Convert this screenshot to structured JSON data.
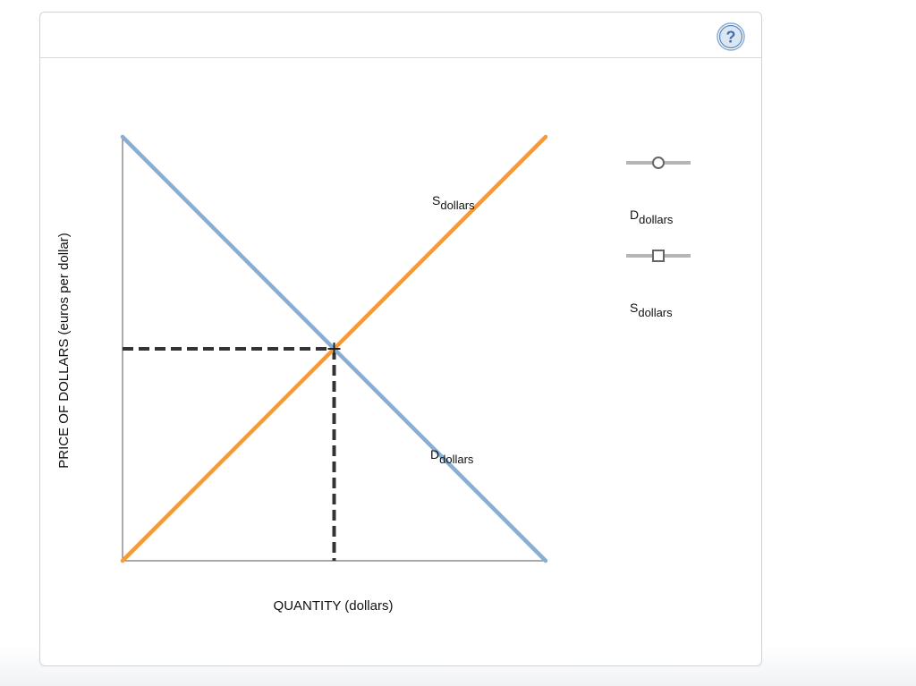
{
  "help": {
    "label": "?"
  },
  "chart_data": {
    "type": "line",
    "title": "",
    "xlabel": "QUANTITY (dollars)",
    "ylabel": "PRICE OF DOLLARS (euros per dollar)",
    "xlim": [
      0,
      100
    ],
    "ylim": [
      0,
      100
    ],
    "grid": false,
    "legend_position": "right",
    "series": [
      {
        "name": "Ddollars",
        "label_main": "D",
        "label_sub": "dollars",
        "color": "#89aed4",
        "marker": "circle",
        "points": [
          [
            0,
            100
          ],
          [
            100,
            0
          ]
        ]
      },
      {
        "name": "Sdollars",
        "label_main": "S",
        "label_sub": "dollars",
        "color": "#f79a34",
        "marker": "square",
        "points": [
          [
            0,
            0
          ],
          [
            100,
            100
          ]
        ]
      }
    ],
    "equilibrium": {
      "x": 50,
      "y": 50,
      "marker": "cross",
      "dashed_color": "#333333"
    }
  }
}
